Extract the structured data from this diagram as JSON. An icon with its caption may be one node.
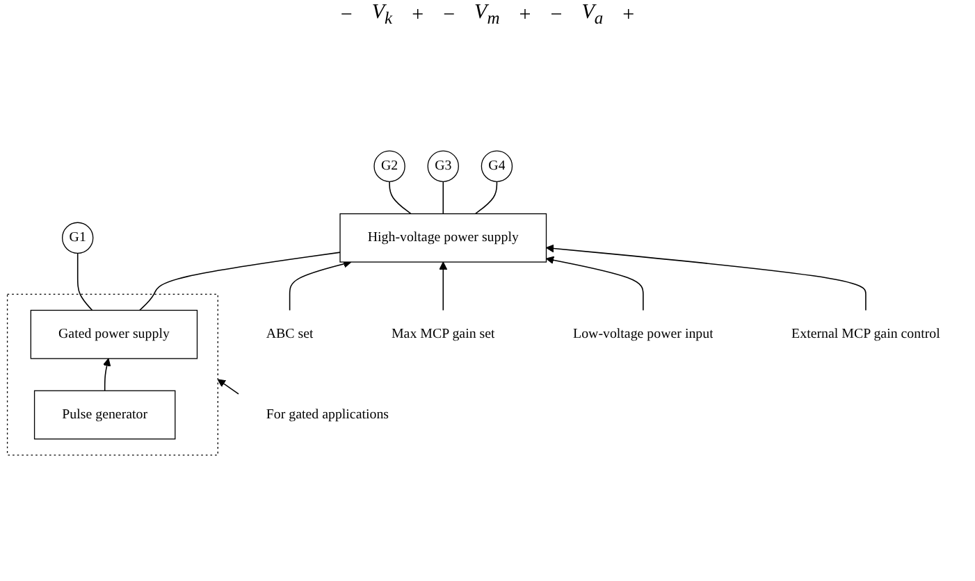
{
  "diagram": {
    "nodes": [
      {
        "text": [],
        "shape": "box"
      },
      {
        "text": [
          "Gated power supply"
        ],
        "in": 0
      },
      {
        "text": [
          "Pulse generator"
        ],
        "in": 0
      },
      {
        "text": [
          "High-voltage power supply"
        ]
      },
      {
        "text": [
          "G1"
        ]
      },
      {
        "text": [
          "G2"
        ]
      },
      {
        "text": [
          "G3"
        ]
      },
      {
        "text": [
          "G4"
        ]
      },
      {
        "text": [
          "ABC set"
        ]
      },
      {
        "text": [
          "Max MCP gain set"
        ]
      },
      {
        "text": [
          "Low-voltage power input"
        ]
      },
      {
        "text": [
          "External MCP gain control"
        ]
      },
      {
        "text": [
          "For gated applications"
        ]
      }
    ],
    "edges": [
      {
        "from": 1,
        "to": 4,
        "arrow": "none"
      },
      {
        "from": 1,
        "to": 3,
        "arrow": "none"
      },
      {
        "from": 3,
        "to": 5,
        "arrow": "none"
      },
      {
        "from": 3,
        "to": 6,
        "arrow": "none"
      },
      {
        "from": 3,
        "to": 7,
        "arrow": "none"
      },
      {
        "from": 2,
        "to": 1,
        "arrow": "to"
      },
      {
        "from": 8,
        "to": 3,
        "arrow": "to"
      },
      {
        "from": 9,
        "to": 3,
        "arrow": "to"
      },
      {
        "from": 10,
        "to": 3,
        "arrow": "to"
      },
      {
        "from": 11,
        "to": 3,
        "arrow": "to"
      },
      {
        "from": 12,
        "to": 0,
        "arrow": "to"
      }
    ],
    "labels": [
      "−",
      "V$_{k}$",
      "+",
      "−",
      "V$_{m}$",
      "+",
      "−",
      "V$_{a}$",
      "+"
    ]
  }
}
